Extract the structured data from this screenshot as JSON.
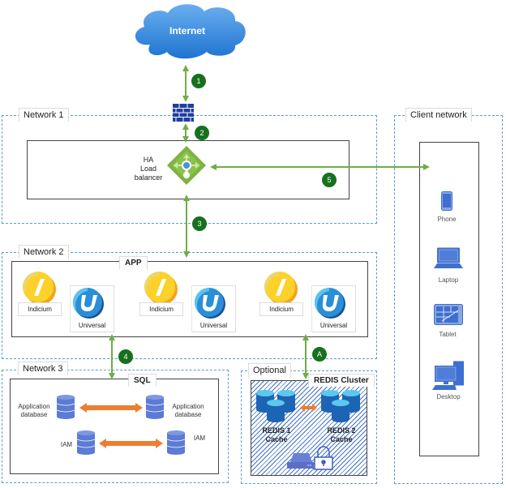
{
  "diagram": {
    "internet": {
      "label": "Internet",
      "color": "#2f86dc"
    },
    "firewall": {
      "icon": "firewall-icon",
      "color": "#1f3fa0"
    },
    "connections": [
      {
        "id": "1",
        "label": "1",
        "from": "Internet",
        "to": "Firewall",
        "direction": "bidirectional"
      },
      {
        "id": "2",
        "label": "2",
        "from": "Firewall",
        "to": "HA Load balancer",
        "direction": "bidirectional"
      },
      {
        "id": "3",
        "label": "3",
        "from": "HA Load balancer",
        "to": "APP",
        "direction": "bidirectional"
      },
      {
        "id": "4",
        "label": "4",
        "from": "APP",
        "to": "SQL",
        "direction": "bidirectional"
      },
      {
        "id": "5",
        "label": "5",
        "from": "Client network",
        "to": "HA Load balancer",
        "direction": "bidirectional"
      },
      {
        "id": "A",
        "label": "A",
        "from": "APP",
        "to": "REDIS Cluster",
        "direction": "bidirectional"
      }
    ],
    "network1": {
      "label": "Network 1",
      "load_balancer": {
        "line1": "HA",
        "line2": "Load",
        "line3": "balancer"
      }
    },
    "network2": {
      "label": "Network 2",
      "app_title": "APP",
      "nodes": [
        {
          "indicium": "Indicium",
          "universal": "Universal"
        },
        {
          "indicium": "Indicium",
          "universal": "Universal"
        },
        {
          "indicium": "Indicium",
          "universal": "Universal"
        }
      ]
    },
    "network3": {
      "label": "Network 3",
      "sql_title": "SQL",
      "db_left_1": "Application database",
      "db_right_1": "Application database",
      "db_left_2": "IAM",
      "db_right_2": "IAM"
    },
    "optional": {
      "label": "Optional",
      "redis_title": "REDIS Cluster",
      "redis1_line1": "REDIS 1",
      "redis1_line2": "Cache",
      "redis2_line1": "REDIS 2",
      "redis2_line2": "Cache"
    },
    "client_network": {
      "label": "Client network",
      "devices": [
        {
          "name": "Phone",
          "icon": "phone-icon"
        },
        {
          "name": "Laptop",
          "icon": "laptop-icon"
        },
        {
          "name": "Tablet",
          "icon": "tablet-icon"
        },
        {
          "name": "Desktop",
          "icon": "desktop-icon"
        }
      ]
    },
    "colors": {
      "arrow_green": "#70ad47",
      "badge_green": "#17701e",
      "replication_orange": "#ed7d31",
      "zone_border": "#5b9bd5",
      "db_blue": "#5b7bd5",
      "device_blue": "#3f6fd0"
    }
  }
}
